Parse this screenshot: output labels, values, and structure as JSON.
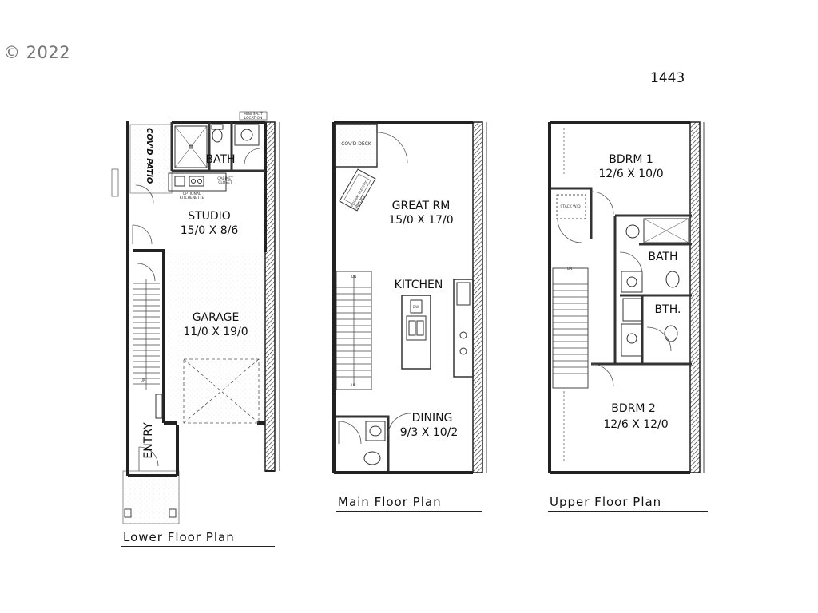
{
  "copyright": "© 2022",
  "plan_number": "1443",
  "lower": {
    "title": "Lower Floor Plan",
    "covd_patio": "COV'D PATIO",
    "bath": "BATH",
    "cabinet_closet_1": "CABINET",
    "cabinet_closet_2": "CLOSET",
    "kitchenette_1": "OPTIONAL",
    "kitchenette_2": "KITCHENETTE",
    "mini_split_1": "MINI SPLIT",
    "mini_split_2": "LOCATION",
    "studio_name": "STUDIO",
    "studio_dim": "15/0 X 8/6",
    "garage_name": "GARAGE",
    "garage_dim": "11/0 X 19/0",
    "entry": "ENTRY",
    "up": "UP"
  },
  "main": {
    "title": "Main Floor Plan",
    "covd_deck": "COV'D DECK",
    "fireplace_1": "OPTIONAL ELECTRIC",
    "fireplace_2": "FIREPLACE",
    "great_rm_name": "GREAT RM",
    "great_rm_dim": "15/0 X 17/0",
    "kitchen": "KITCHEN",
    "dw": "DW",
    "dining_name": "DINING",
    "dining_dim": "9/3 X 10/2",
    "dn": "DN",
    "up": "UP"
  },
  "upper": {
    "title": "Upper Floor Plan",
    "bdrm1_name": "BDRM 1",
    "bdrm1_dim": "12/6 X 10/0",
    "bath": "BATH",
    "bth": "BTH.",
    "bdrm2_name": "BDRM 2",
    "bdrm2_dim": "12/6 X 12/0",
    "stack_wd": "STACK W/D",
    "dn": "DN"
  }
}
